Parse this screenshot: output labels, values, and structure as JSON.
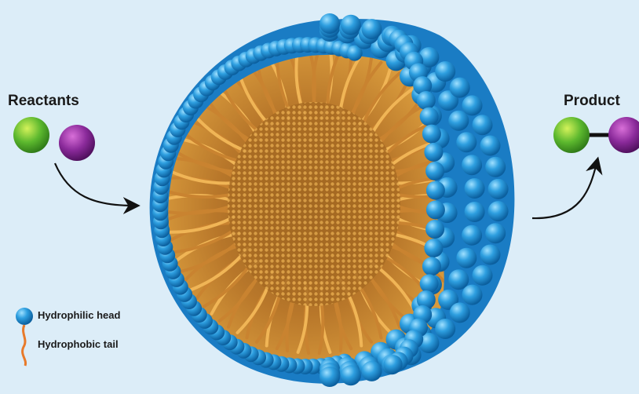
{
  "labels": {
    "reactants": "Reactants",
    "product": "Product"
  },
  "legend": {
    "head_label": "Hydrophilic head",
    "tail_label": "Hydrophobic tail"
  },
  "colors": {
    "background": "#dcedf8",
    "head_blue": "#2e9fe0",
    "tail_orange": "#d58a2c",
    "reactant_green": "#5cb82e",
    "reactant_purple": "#8a2a9a",
    "arrow": "#111111"
  },
  "icons": {
    "reactant_a": "green-sphere",
    "reactant_b": "purple-sphere",
    "product": "bonded-green-purple-spheres",
    "micelle": "micelle-cutaway",
    "head": "blue-sphere",
    "tail": "orange-wavy-line"
  }
}
